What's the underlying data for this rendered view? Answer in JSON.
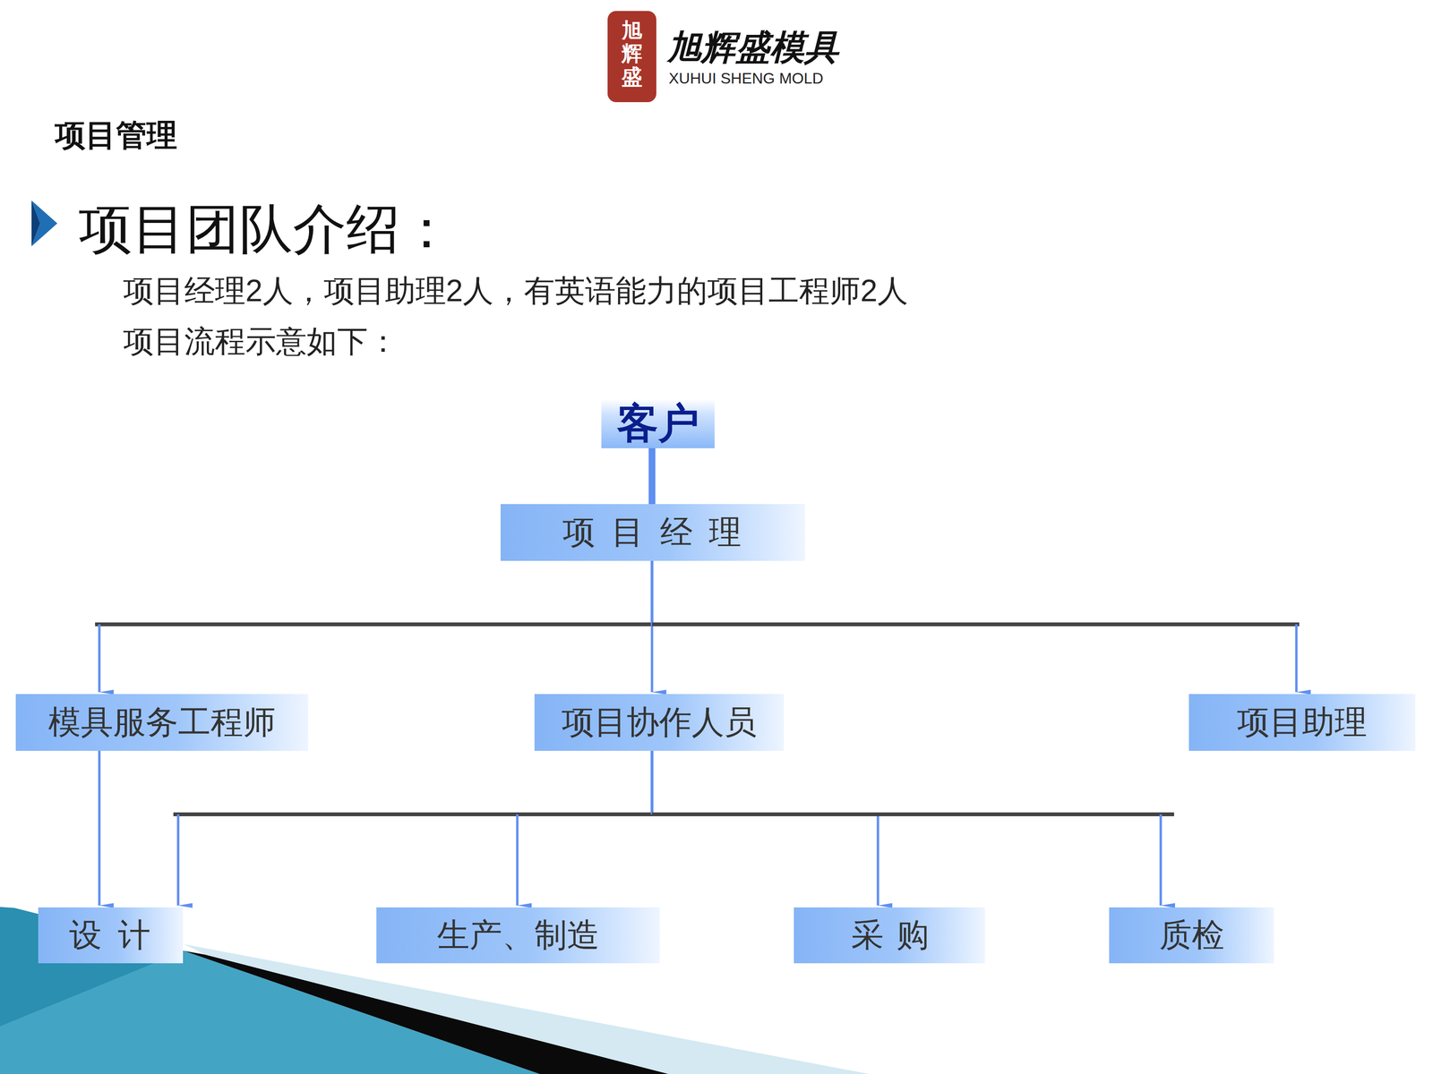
{
  "diagram": {
    "title": "项目团队介绍：",
    "nodes": [
      {
        "text": [
          "客户"
        ]
      },
      {
        "text": [
          "项目经理"
        ]
      },
      {
        "text": [
          "模具服务工程师"
        ]
      },
      {
        "text": [
          "项目协作人员"
        ]
      },
      {
        "text": [
          "项目助理"
        ]
      },
      {
        "text": [
          "设计"
        ]
      },
      {
        "text": [
          "生产、制造"
        ]
      },
      {
        "text": [
          "采购"
        ]
      },
      {
        "text": [
          "质检"
        ]
      }
    ],
    "edges": [
      {
        "from": 0,
        "to": 1,
        "arrow": "none"
      },
      {
        "from": 1,
        "to": 2,
        "arrow": "to"
      },
      {
        "from": 1,
        "to": 3,
        "arrow": "to"
      },
      {
        "from": 1,
        "to": 4,
        "arrow": "to"
      },
      {
        "from": 2,
        "to": 5,
        "arrow": "to"
      },
      {
        "from": 3,
        "to": 5,
        "arrow": "to"
      },
      {
        "from": 3,
        "to": 6,
        "arrow": "to"
      },
      {
        "from": 3,
        "to": 7,
        "arrow": "to"
      },
      {
        "from": 3,
        "to": 8,
        "arrow": "to"
      }
    ],
    "labels": [
      "旭辉盛",
      "旭辉盛模具",
      "XUHUI SHENG MOLD",
      "项目管理",
      "项目经理2人，项目助理2人，有英语能力的项目工程师2人",
      "项目流程示意如下："
    ]
  }
}
